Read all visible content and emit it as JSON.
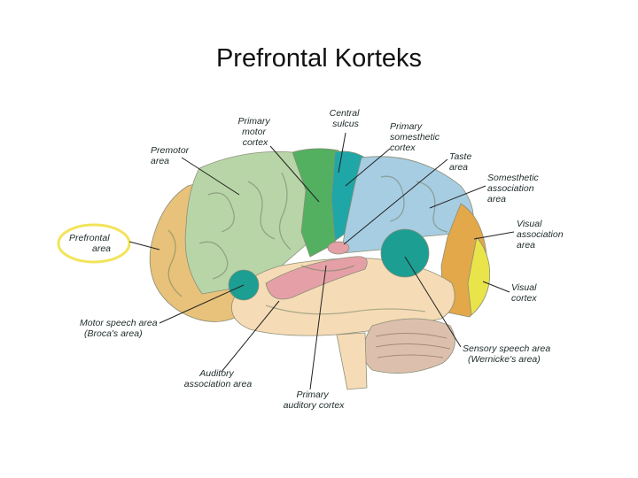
{
  "slide": {
    "title": "Prefrontal Korteks"
  },
  "diagram": {
    "colors": {
      "prefrontal": "#e8c27a",
      "premotor": "#b8d5a8",
      "motor": "#52b060",
      "central_sulcus": "#1ea7a6",
      "somesthetic": "#a7cde2",
      "visual_assoc": "#e2a84a",
      "visual": "#e9e44a",
      "temporal": "#f6dcb6",
      "auditory": "#e4a0a6",
      "speech_area": "#1c9e93",
      "cerebellum": "#dcc0ad",
      "highlight_ring": "#f2e45a"
    },
    "labels": {
      "primary_motor": [
        "Primary",
        "motor",
        "cortex"
      ],
      "central_sulcus": [
        "Central",
        "sulcus"
      ],
      "primary_somesthetic": [
        "Primary",
        "somesthetic",
        "cortex"
      ],
      "premotor": [
        "Premotor",
        "area"
      ],
      "taste": [
        "Taste",
        "area"
      ],
      "somesthetic_assoc": [
        "Somesthetic",
        "association",
        "area"
      ],
      "prefrontal": [
        "Prefrontal",
        "area"
      ],
      "visual_assoc": [
        "Visual",
        "association",
        "area"
      ],
      "visual": [
        "Visual",
        "cortex"
      ],
      "motor_speech": [
        "Motor speech area",
        "(Broca's area)"
      ],
      "sensory_speech": [
        "Sensory speech area",
        "(Wernicke's area)"
      ],
      "auditory_assoc": [
        "Auditory",
        "association area"
      ],
      "primary_auditory": [
        "Primary",
        "auditory cortex"
      ]
    }
  }
}
